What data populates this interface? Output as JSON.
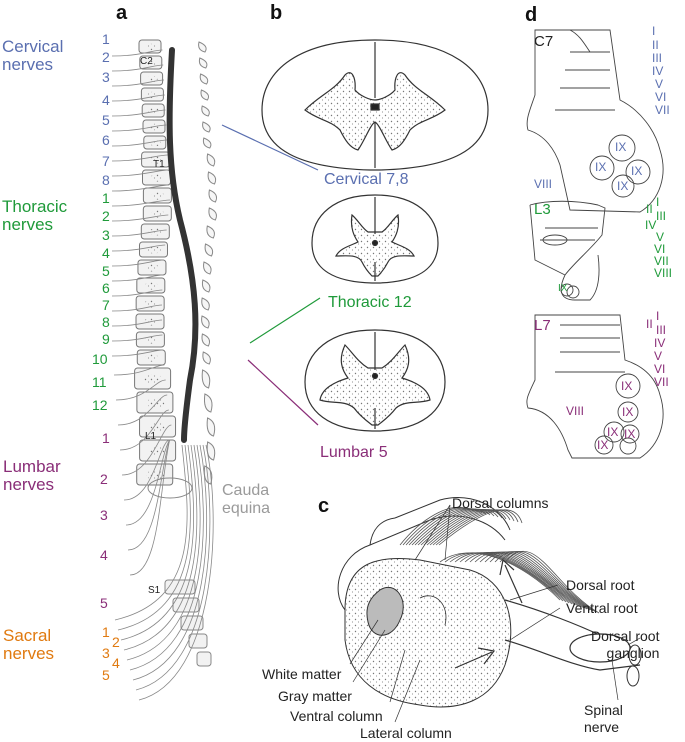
{
  "panels": {
    "a": "a",
    "b": "b",
    "c": "c",
    "d": "d"
  },
  "colors": {
    "cervical": "#5a6fb0",
    "thoracic": "#1f9a3a",
    "lumbar": "#8a2e78",
    "sacral": "#e07a10",
    "cauda": "#9a9a9a"
  },
  "groups": {
    "cervical": {
      "l1": "Cervical",
      "l2": "nerves"
    },
    "thoracic": {
      "l1": "Thoracic",
      "l2": "nerves"
    },
    "lumbar": {
      "l1": "Lumbar",
      "l2": "nerves"
    },
    "sacral": {
      "l1": "Sacral",
      "l2": "nerves"
    }
  },
  "nerve_numbers": {
    "cervical": [
      "1",
      "2",
      "3",
      "4",
      "5",
      "6",
      "7",
      "8"
    ],
    "thoracic": [
      "1",
      "2",
      "3",
      "4",
      "5",
      "6",
      "7",
      "8",
      "9",
      "10",
      "11",
      "12"
    ],
    "lumbar": [
      "1",
      "2",
      "3",
      "4",
      "5"
    ],
    "sacral": [
      "1",
      "2",
      "3",
      "4",
      "5"
    ]
  },
  "vertebra_labels": {
    "c2": "C2",
    "t1": "T1",
    "l1": "L1",
    "s1": "S1"
  },
  "cauda": {
    "l1": "Cauda",
    "l2": "equina"
  },
  "sections": {
    "cervical": "Cervical 7,8",
    "thoracic": "Thoracic 12",
    "lumbar": "Lumbar 5"
  },
  "panel_c": {
    "dorsal_columns": "Dorsal columns",
    "dorsal_root": "Dorsal root",
    "ventral_root": "Ventral root",
    "ganglion_l1": "Dorsal root",
    "ganglion_l2": "ganglion",
    "white_matter": "White matter",
    "gray_matter": "Gray matter",
    "ventral_column": "Ventral column",
    "lateral_column": "Lateral column",
    "spinal_l1": "Spinal",
    "spinal_l2": "nerve"
  },
  "panel_d": {
    "c7": {
      "level": "C7",
      "laminae": [
        "I",
        "II",
        "III",
        "IV",
        "V",
        "VI",
        "VII"
      ],
      "inner": [
        "VIII",
        "IX",
        "IX",
        "IX",
        "IX"
      ]
    },
    "l3": {
      "level": "L3",
      "laminae": [
        "I",
        "II",
        "III",
        "IV",
        "V",
        "VI",
        "VII",
        "VIII"
      ],
      "inner": [
        "IX"
      ]
    },
    "l7": {
      "level": "L7",
      "laminae": [
        "I",
        "II",
        "III",
        "IV",
        "V",
        "VI",
        "VII"
      ],
      "inner": [
        "VIII",
        "IX",
        "IX",
        "IX",
        "IX",
        "IX"
      ]
    }
  }
}
